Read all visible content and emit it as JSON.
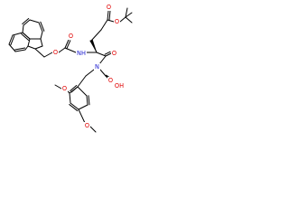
{
  "colors": {
    "bond": "#000000",
    "oxygen": "#e00000",
    "nitrogen": "#2020d0",
    "carbon": "#000000",
    "background": "#ffffff"
  },
  "atoms": {
    "o_carbamate_ester": "O",
    "o_carbamate_carbonyl": "O",
    "nh": "NH",
    "o_ester_carbonyl": "O",
    "o_ester_tbu": "O",
    "o_amide": "O",
    "n_amide": "N",
    "o_acid_carbonyl": "O",
    "oh_acid": "OH",
    "o_methoxy_top": "O",
    "o_methoxy_bottom": "O"
  }
}
